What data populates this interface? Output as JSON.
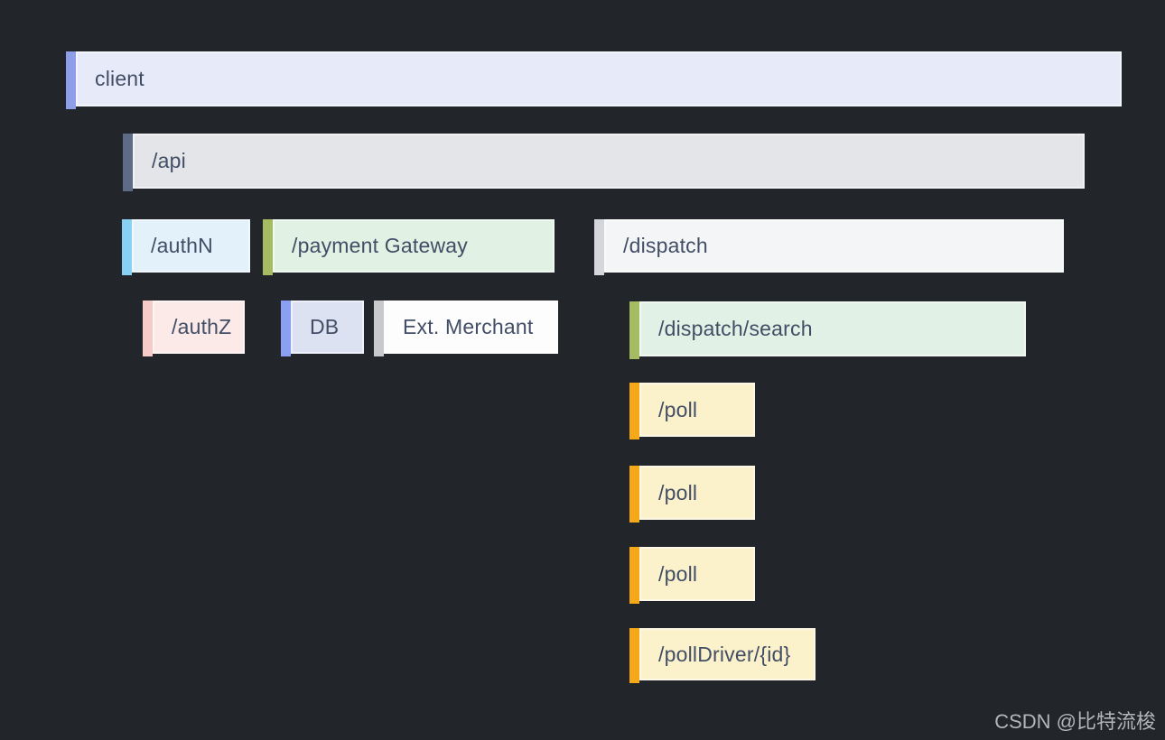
{
  "page": {
    "background_color": "#22262b",
    "watermark": "CSDN @比特流梭",
    "watermark_color": "#b3b5b8"
  },
  "diagram": {
    "type": "trace-span-hierarchy",
    "text_color": "#424e66",
    "bars": [
      {
        "id": "client",
        "label": "client",
        "depth": 0,
        "accent_color": "#8f9ee8",
        "body_color": "#e7eaf8"
      },
      {
        "id": "api",
        "label": "/api",
        "depth": 1,
        "accent_color": "#5e6b86",
        "body_color": "#e4e5e9"
      },
      {
        "id": "authn",
        "label": "/authN",
        "depth": 2,
        "accent_color": "#88d1f5",
        "body_color": "#e2f1fa"
      },
      {
        "id": "payment-gateway",
        "label": "/payment Gateway",
        "depth": 2,
        "accent_color": "#a6bc62",
        "body_color": "#e1f1e4"
      },
      {
        "id": "dispatch",
        "label": "/dispatch",
        "depth": 2,
        "accent_color": "#d4d6db",
        "body_color": "#f4f5f7"
      },
      {
        "id": "authz",
        "label": "/authZ",
        "depth": 3,
        "accent_color": "#f6cbc8",
        "body_color": "#fbeae8"
      },
      {
        "id": "db",
        "label": "DB",
        "depth": 3,
        "accent_color": "#8ba0f2",
        "body_color": "#dce2f2"
      },
      {
        "id": "ext-merchant",
        "label": "Ext. Merchant",
        "depth": 3,
        "accent_color": "#c7c9cc",
        "body_color": "#fdfdfe"
      },
      {
        "id": "dispatch-search",
        "label": "/dispatch/search",
        "depth": 3,
        "accent_color": "#a6bc62",
        "body_color": "#e2f1e5"
      },
      {
        "id": "poll-1",
        "label": "/poll",
        "depth": 4,
        "accent_color": "#f5a818",
        "body_color": "#fbf1ca"
      },
      {
        "id": "poll-2",
        "label": "/poll",
        "depth": 4,
        "accent_color": "#f5a818",
        "body_color": "#fbf1ca"
      },
      {
        "id": "poll-3",
        "label": "/poll",
        "depth": 4,
        "accent_color": "#f5a818",
        "body_color": "#fbf1ca"
      },
      {
        "id": "poll-driver",
        "label": "/pollDriver/{id}",
        "depth": 4,
        "accent_color": "#f5a818",
        "body_color": "#fbf1ca"
      }
    ]
  }
}
